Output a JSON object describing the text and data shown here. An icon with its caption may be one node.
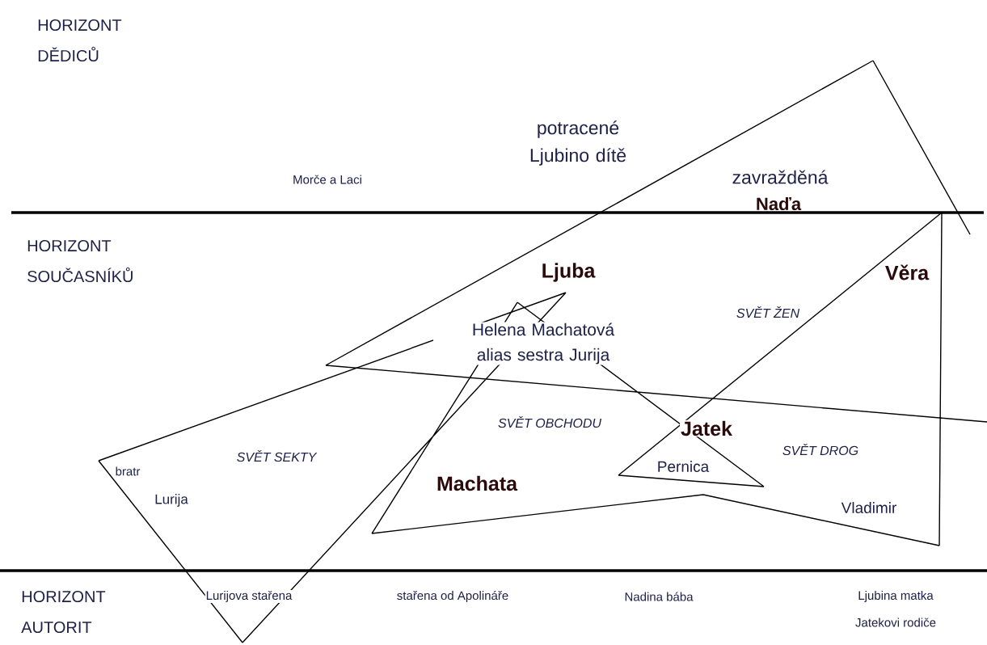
{
  "diagram": {
    "labels": [
      "HORIZONT DĚDICŮ",
      "potracené Ljubino dítě",
      "Morče a Laci",
      "zavražděná",
      "Naďa",
      "HORIZONT SOUČASNÍKŮ",
      "Ljuba",
      "Věra",
      "SVĚT ŽEN",
      "Helena Machatová alias sestra Jurija",
      "SVĚT OBCHODU",
      "Jatek",
      "SVĚT SEKTY",
      "SVĚT DROG",
      "Pernica",
      "bratr",
      "Lurija",
      "Machata",
      "Vladimir",
      "HORIZONT AUTORIT",
      "Lurijova stařena",
      "stařena od Apolináře",
      "Nadina bába",
      "Ljubina matka",
      "Jatekovi rodiče"
    ]
  }
}
